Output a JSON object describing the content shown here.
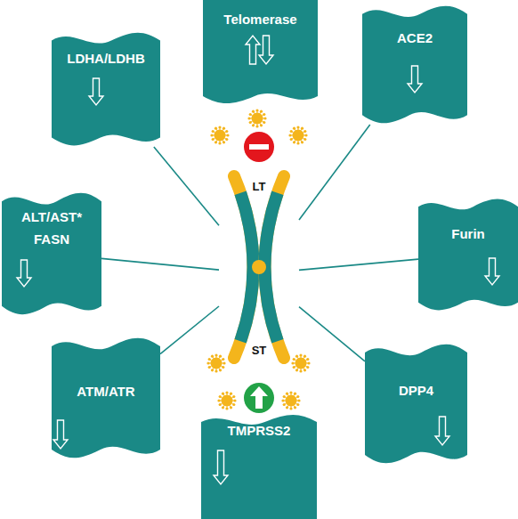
{
  "diagram": {
    "nodes": [
      {
        "text": [
          "Telomerase"
        ]
      },
      {
        "text": [
          "ACE2"
        ]
      },
      {
        "text": [
          "Furin"
        ]
      },
      {
        "text": [
          "DPP4"
        ]
      },
      {
        "text": [
          "TMPRSS2"
        ]
      },
      {
        "text": [
          "ATM/ATR"
        ]
      },
      {
        "text": [
          "ALT/AST*",
          "FASN"
        ]
      },
      {
        "text": [
          "LDHA/LDHB"
        ]
      },
      {
        "text": [
          "LT",
          "ST"
        ]
      }
    ],
    "edges": [
      {
        "from": 7,
        "to": 8,
        "arrow": "none"
      },
      {
        "from": 1,
        "to": 8,
        "arrow": "none"
      },
      {
        "from": 6,
        "to": 8,
        "arrow": "none"
      },
      {
        "from": 2,
        "to": 8,
        "arrow": "none"
      },
      {
        "from": 5,
        "to": 8,
        "arrow": "none"
      },
      {
        "from": 3,
        "to": 8,
        "arrow": "none"
      }
    ]
  }
}
